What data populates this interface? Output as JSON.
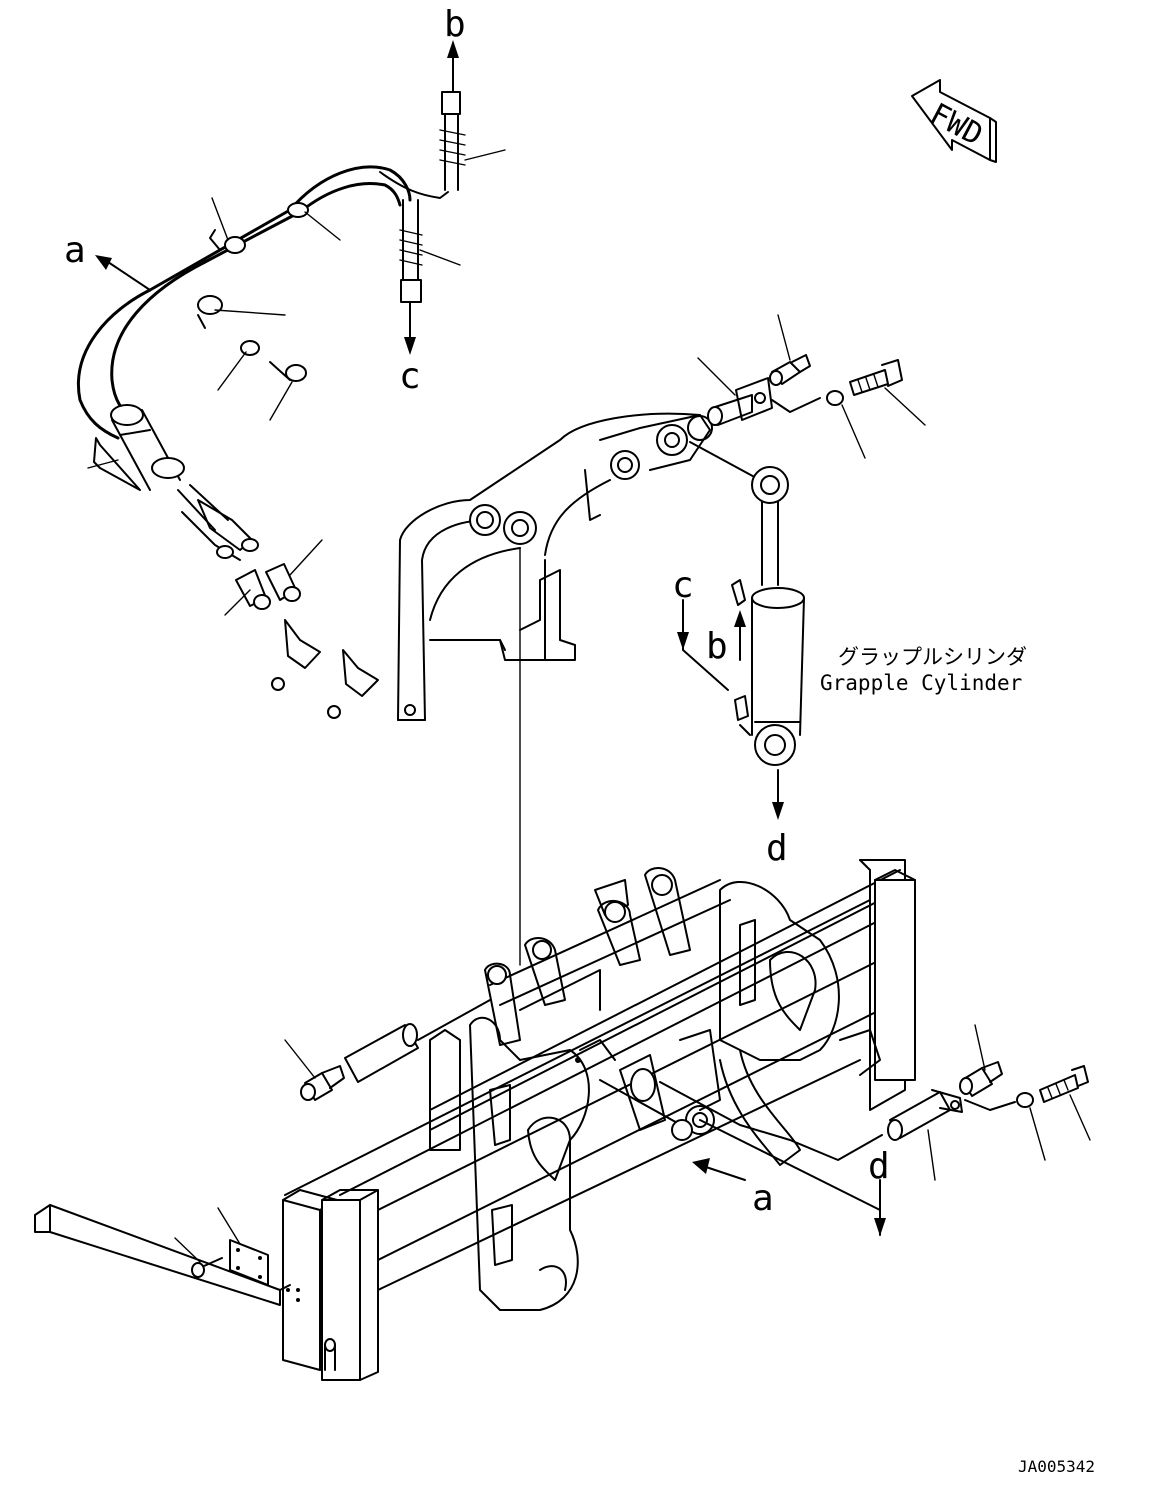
{
  "callouts": {
    "a_top": "a",
    "a_bottom": "a",
    "b_top": "b",
    "b_cyl": "b",
    "c_top": "c",
    "c_cyl": "c",
    "d_cyl": "d",
    "d_bottom": "d"
  },
  "fwd_label": "FWD",
  "cylinder_label_jp": "グラップルシリンダ",
  "cylinder_label_en": "Grapple Cylinder",
  "drawing_number": "JA005342"
}
